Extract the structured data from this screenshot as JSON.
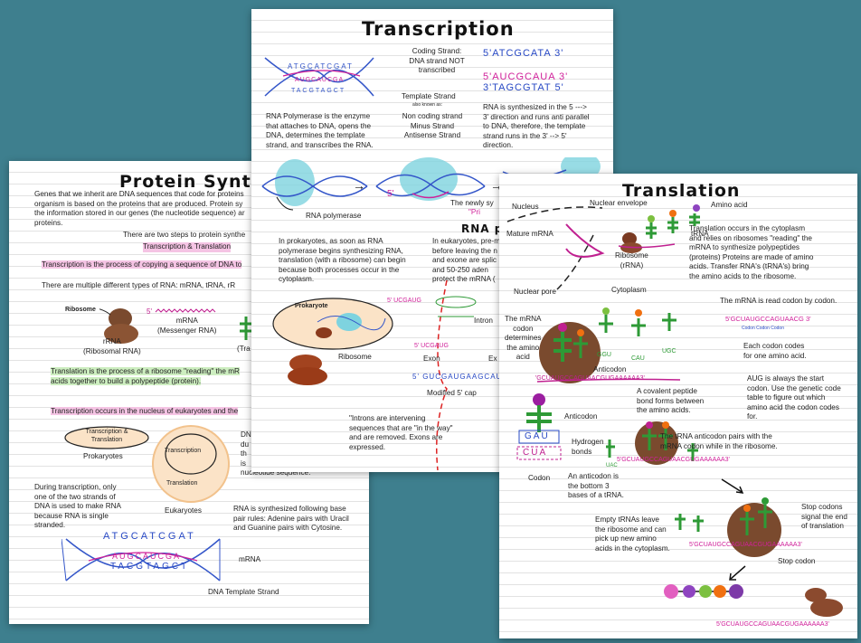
{
  "protein": {
    "title": "Protein Synthe",
    "intro": "Genes that we inherit are DNA sequences that code for proteins\norganism is based on the proteins that are produced. Protein sy\nthe information stored in our genes (the nucleotide sequence) ar\nproteins.",
    "two_steps": "There are two steps to protein synthe",
    "steps_label": "Transcription & Translation",
    "transcription_def": "Transcription is the process of copying a sequence of DNA to",
    "rna_types": "There are multiple different types of RNA: mRNA, tRNA, rR",
    "ribosome": "Ribosome",
    "rrna": "rRNA\n(Ribosomal RNA)",
    "mrna": "mRNA\n(Messenger RNA)",
    "trna_partial": "(Tra",
    "translation_def": "Translation is the process of a ribosome \"reading\" the mR\nacids together to build a polypeptide (protein).",
    "transcription_where": "Transcription occurs in the nucleus of eukaryotes and the",
    "prok_box": "Transcription &\nTranslation",
    "prokaryotes": "Prokaryotes",
    "circle_transcription": "Transcription",
    "circle_translation": "Translation",
    "eukaryotes": "Eukaryotes",
    "dna_partial": "DN\ndu\nth\nis\nnucleotide sequence.",
    "during": "During transcription, only\none of the two strands of\nDNA is used to make RNA\nbecause RNA is single\nstranded.",
    "base_pair": "RNA is synthesized following base\npair rules: Adenine pairs with Uracil\nand Guanine pairs with Cytosine.",
    "mrna_label": "mRNA",
    "template_label": "DNA Template Strand",
    "strand_top": "ATGCATCGAT",
    "strand_mid": "AUGCAUCGA",
    "strand_bot": "TACGTAGCT",
    "ribosome_small": "5'"
  },
  "transcription": {
    "title": "Transcription",
    "coding_label": "Coding Strand:\nDNA strand NOT\ntranscribed",
    "coding_seq": "5'ATCGCATA 3'",
    "rna_seq": "5'AUCGCAUA 3'",
    "template_seq": "3'TAGCGTAT 5'",
    "template_label": "Template Strand",
    "aka": "also known as:",
    "aka_list": "Non coding strand\nMinus Strand\nAntisense Strand",
    "direction": "RNA is synthesized in the 5 --->\n3' direction and runs anti parallel\nto DNA, therefore, the template\nstrand runs in the 3' --> 5'\ndirection.",
    "polymerase_def": "RNA Polymerase is the enzyme\nthat attaches to DNA, opens the\nDNA, determines the template\nstrand, and transcribes the RNA.",
    "polymerase_label": "RNA polymerase",
    "newly": "The newly sy",
    "newly2": "\"Pri",
    "rna_p": "RNA p",
    "prok_text": "In prokaryotes, as soon as RNA\npolymerase begins synthesizing RNA,\ntranslation (with a ribosome) can begin\nbecause both processes occur in the\ncytoplasm.",
    "euk_text": "In eukaryotes, pre-m\nbefore leaving the n\nand exone are splic\nand 50-250 aden\nprotect the mRNA (",
    "prokaryote": "Prokaryote",
    "ribosome": "Ribosome",
    "seq1": "5' UCGAUG",
    "intron": "Intron",
    "seq2": "5' UCGAUG",
    "exon": "Exon",
    "exon2": "Ex",
    "seq3": "5' GUCGAUGAAGCAU",
    "cap": "Modified 5' cap",
    "introns_note": "\"Introns are intervening\nsequences that are \"in the way\"\nand are removed. Exons are\nexpressed.",
    "five": "5'"
  },
  "translation": {
    "title": "Translation",
    "nucleus": "Nucleus",
    "nuclear_envelope": "Nuclear envelope",
    "amino_acid": "Amino acid",
    "mature_mrna": "Mature mRNA",
    "trna": "tRNA",
    "ribosome": "Ribosome\n(rRNA)",
    "nuclear_pore": "Nuclear pore",
    "cytoplasm": "Cytoplasm",
    "occurs": "Translation occurs in the cytoplasm\nand relies on ribosomes \"reading\" the\nmRNA to synthesize polypeptides\n(proteins) Proteins are made of amino\nacids. Transfer RNA's (tRNA's) bring\nthe amino acids to the ribosome.",
    "codon_read": "The mRNA is read codon by codon.",
    "codon_seq": "5'GCUAUGCCAGUAACG 3'",
    "codon_labels": "Codon  Codon  Codon",
    "each_codon": "Each codon codes\nfor one amino acid.",
    "mrna_codon": "The mRNA\ncodon\ndetermines\nthe amino\nacid",
    "anticodon": "Anticodon",
    "peptide": "A covalent peptide\nbond forms between\nthe amino acids.",
    "aug": "AUG is always the start\ncodon. Use the genetic code\ntable to figure out which\namino acid the codon codes\nfor.",
    "pairs": "The tRNA anticodon pairs with the\nmRNA codon while in the ribosome.",
    "anticodon2": "Anticodon",
    "hydrogen": "Hydrogen\nbonds",
    "codon": "Codon",
    "anticodon_def": "An anticodon is\nthe bottom 3\nbases of a tRNA.",
    "gau": "GAU",
    "cua": "CUA",
    "empty": "Empty tRNAs leave\nthe ribosome and can\npick up new amino\nacids in the cytoplasm.",
    "stop": "Stop codons\nsignal the end\nof translation",
    "stop_codon": "Stop codon",
    "seq_a": "5'GCUAUGCCAGUAACGUGAAAAAA3'",
    "seq_b": "5'GCUAUGCCAGUAACGUGAAAAAA3'",
    "seq_c": "5'GCUAUGCCAGUAACGUGAAAAAA3'",
    "seq_d": "5'GCUAUGCCAGUAACGUGAAAAAA3'",
    "ggu": "GGU",
    "cau": "CAU",
    "ugc": "UGC",
    "uac": "UAC"
  }
}
